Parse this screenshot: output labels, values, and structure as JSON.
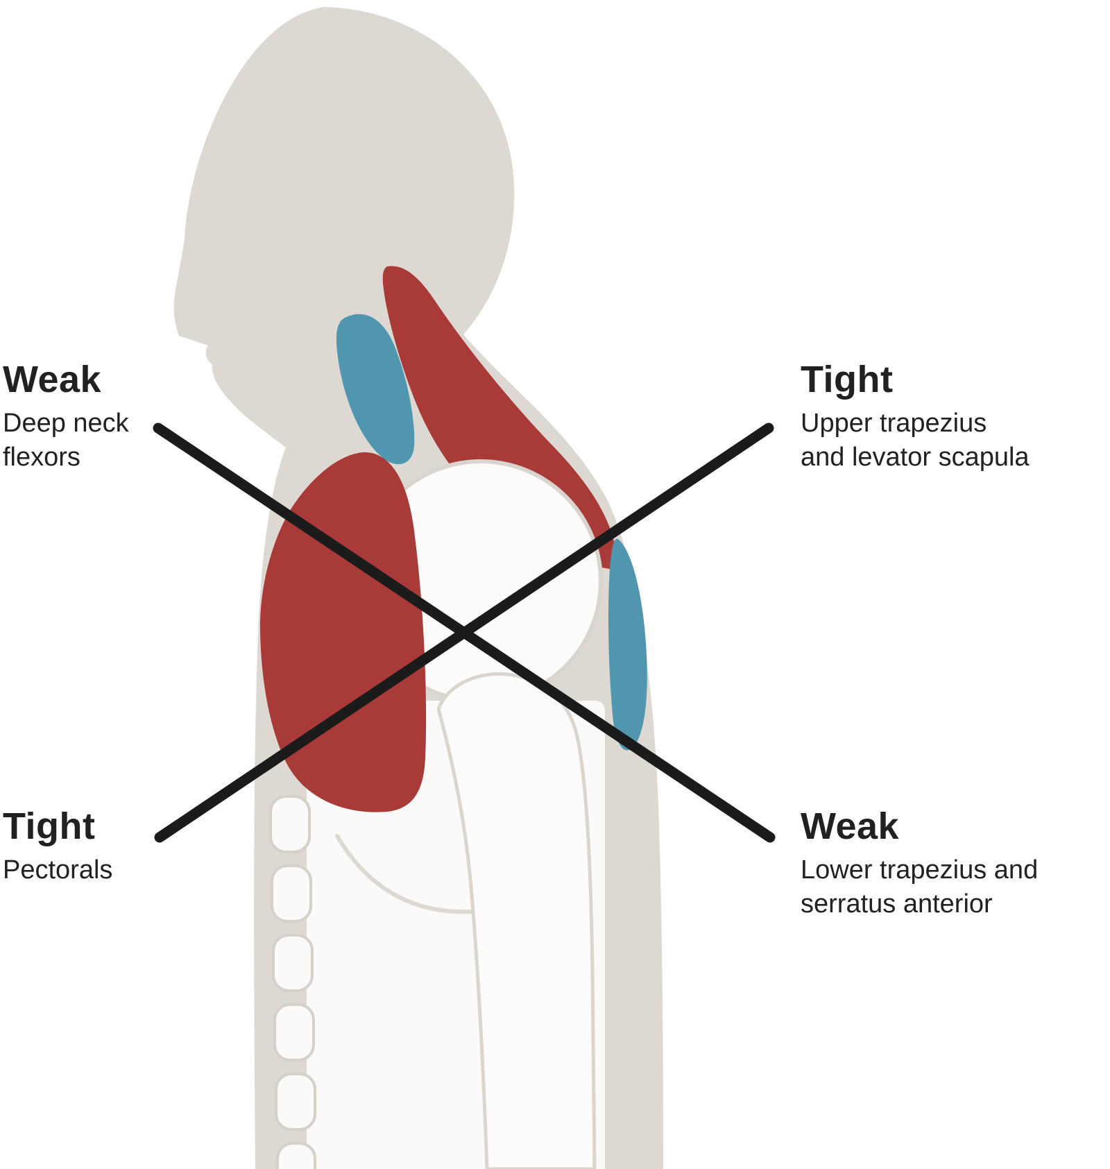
{
  "title": "Upper crossed syndrome posture diagram",
  "colors": {
    "tight_red": "#a83a38",
    "weak_blue": "#4f96ae",
    "body_gray": "#ddd8d1",
    "bone_white": "#fbfaf8",
    "bone_outline": "#d9d4cd",
    "cross_black": "#1b1b1b",
    "text": "#232021",
    "background": "#ffffff"
  },
  "annotations": {
    "top_left": {
      "title": "Weak",
      "lines": [
        "Deep neck",
        "flexors"
      ]
    },
    "top_right": {
      "title": "Tight",
      "lines": [
        "Upper trapezius",
        "and levator scapula"
      ]
    },
    "bottom_left": {
      "title": "Tight",
      "lines": [
        "Pectorals"
      ]
    },
    "bottom_right": {
      "title": "Weak",
      "lines": [
        "Lower trapezius and",
        "serratus anterior"
      ]
    }
  }
}
